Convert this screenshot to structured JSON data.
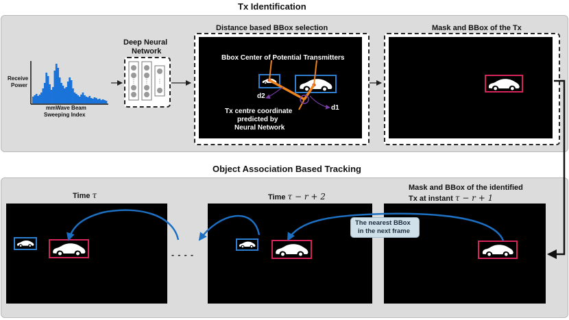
{
  "title": "Tx Identification",
  "tracking_title": "Object Association Based Tracking",
  "signal_plot": {
    "y_label_line1": "Receive",
    "y_label_line2": "Power",
    "x_label_line1": "mmWave Beam",
    "x_label_line2": "Sweeping Index",
    "bar_color": "#1a73d9"
  },
  "dnn": {
    "label_line1": "Deep Neural",
    "label_line2": "Network"
  },
  "bbox_selection": {
    "title": "Distance based BBox selection",
    "bbox_centers_label": "Bbox Center of  Potential Transmitters",
    "tx_centre_line1": "Tx centre coordinate",
    "tx_centre_line2": "predicted by",
    "tx_centre_line3": "Neural Network",
    "d1": "d1",
    "d2": "d2"
  },
  "mask_tx": {
    "title": "Mask and BBox of the Tx"
  },
  "time_frames": {
    "tau_prefix": "Time",
    "tau_symbol": "τ",
    "mid_prefix": "Time",
    "mid_symbol": "τ − r + 2",
    "right_line1": "Mask and BBox of the identified",
    "right_line2_prefix": "Tx at instant",
    "right_symbol": "τ − r + 1"
  },
  "callout": {
    "line1": "The nearest BBox",
    "line2": "in the next frame"
  },
  "ellipsis": "- - - -",
  "colors": {
    "tx_bbox": "#d6245a",
    "other_bbox": "#2e7fd0",
    "orange": "#f0841c",
    "purple": "#7a3ea8",
    "arrow_blue": "#1d6fc1",
    "panel": "#dcdcdc"
  }
}
